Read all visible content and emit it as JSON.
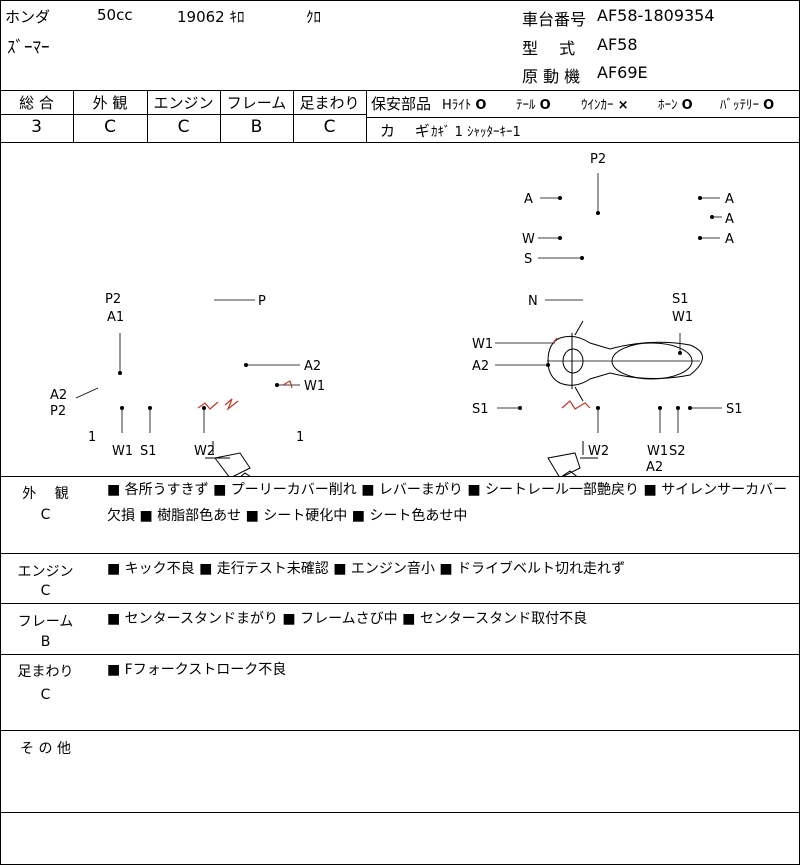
{
  "header": {
    "maker": "ホンダ",
    "cc": "50cc",
    "km": "19062 ｷﾛ",
    "color": "ｸﾛ",
    "model_name": "ｽﾞｰﾏｰ",
    "frame_no_label": "車台番号",
    "frame_no": "AF58-1809354",
    "type_label": "型　 式",
    "type": "AF58",
    "engine_label": "原 動 機",
    "engine": "AF69E"
  },
  "grades": {
    "items": [
      {
        "label": "総 合",
        "value": "3"
      },
      {
        "label": "外 観",
        "value": "C"
      },
      {
        "label": "エンジン",
        "value": "C"
      },
      {
        "label": "フレーム",
        "value": "B"
      },
      {
        "label": "足まわり",
        "value": "C"
      }
    ],
    "safety_label": "保安部品",
    "safety": [
      {
        "name": "Hﾗｲﾄ",
        "mark": "O"
      },
      {
        "name": "ﾃｰﾙ",
        "mark": "O"
      },
      {
        "name": "ｳｲﾝｶｰ",
        "mark": "×"
      },
      {
        "name": "ﾎｰﾝ",
        "mark": "O"
      },
      {
        "name": "ﾊﾞｯﾃﾘｰ",
        "mark": "O"
      }
    ],
    "key_label": "カ　 ギ",
    "key_value": "ｶｷﾞ 1 ｼｬｯﾀｰｷｰ1"
  },
  "diagram_labels": {
    "top_p2": "P2",
    "top_a_left": "A",
    "top_w": "W",
    "top_s": "S",
    "top_a_r1": "A",
    "top_a_r2": "A",
    "top_a_r3": "A",
    "l_p2": "P2",
    "l_a1": "A1",
    "l_p": "P",
    "l_a2r": "A2",
    "l_w1r": "W1",
    "l_a2l": "A2",
    "l_p2l": "P2",
    "l_1a": "1",
    "l_w1": "W1",
    "l_s1": "S1",
    "l_w2": "W2",
    "l_1b": "1",
    "r_n": "N",
    "r_s1t": "S1",
    "r_w1t": "W1",
    "r_w1": "W1",
    "r_a2": "A2",
    "r_s1l": "S1",
    "r_s1r": "S1",
    "r_w2": "W2",
    "r_w1b": "W1",
    "r_s2": "S2",
    "r_a2b": "A2"
  },
  "remarks": [
    {
      "label": "外　 観",
      "grade": "C",
      "lines": [
        "■ 各所うすきず ■ プーリーカバー削れ ■ レバーまがり ■ シートレール一部艶戻り ■ サイレンサーカバー",
        "欠損 ■ 樹脂部色あせ ■ シート硬化中 ■ シート色あせ中"
      ]
    },
    {
      "label": "エンジン",
      "grade": "C",
      "lines": [
        "■ キック不良 ■ 走行テスト未確認 ■ エンジン音小 ■ ドライブベルト切れ走れず"
      ]
    },
    {
      "label": "フレーム",
      "grade": "B",
      "lines": [
        "■ センタースタンドまがり ■ フレームさび中 ■ センタースタンド取付不良"
      ]
    },
    {
      "label": "足まわり",
      "grade": "C",
      "lines": [
        "■ Fフォークストローク不良"
      ]
    },
    {
      "label": "そ の 他",
      "grade": "",
      "lines": []
    }
  ]
}
